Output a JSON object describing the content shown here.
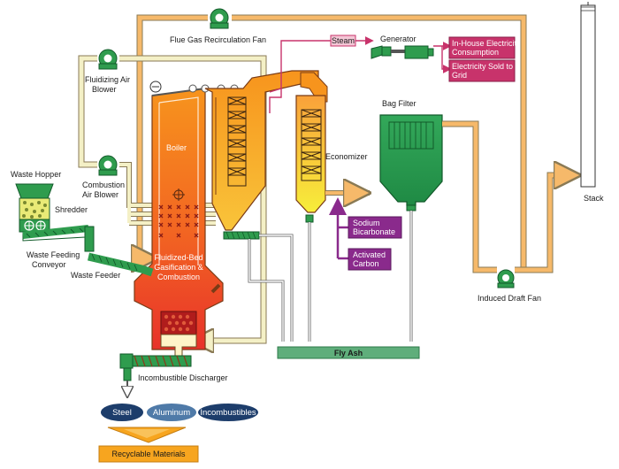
{
  "labels": {
    "flue_gas_fan": "Flue Gas Recirculation Fan",
    "steam": "Steam",
    "generator": "Generator",
    "in_house_1": "In-House Electricity",
    "in_house_2": "Consumption",
    "sold_1": "Electricity Sold to",
    "sold_2": "Grid",
    "fluidizing_1": "Fluidizing Air",
    "fluidizing_2": "Blower",
    "combustion_1": "Combustion",
    "combustion_2": "Air Blower",
    "waste_hopper": "Waste Hopper",
    "shredder": "Shredder",
    "conveyor_1": "Waste Feeding",
    "conveyor_2": "Conveyor",
    "waste_feeder": "Waste Feeder",
    "boiler": "Boiler",
    "gasif_1": "Fluidized-Bed",
    "gasif_2": "Gasification &",
    "gasif_3": "Combustion",
    "economizer": "Economizer",
    "bag_filter": "Bag Filter",
    "sodium_1": "Sodium",
    "sodium_2": "Bicarbonate",
    "activated_1": "Activated",
    "activated_2": "Carbon",
    "stack": "Stack",
    "induced_fan": "Induced Draft Fan",
    "fly_ash": "Fly Ash",
    "incombustible_discharger": "Incombustible Discharger",
    "steel": "Steel",
    "aluminum": "Aluminum",
    "incombustibles": "Incombustibles",
    "recyclable": "Recyclable Materials"
  },
  "colors": {
    "gas_duct": "#f6b96a",
    "air_duct": "#f4f0c6",
    "duct_outline": "#8a7a55",
    "equipment_green": "#2f9c4e",
    "fly_ash_green": "#5fae7b",
    "magenta": "#c8336b",
    "purple": "#8a2a8c",
    "navy": "#1d3d6b",
    "recyclable_orange": "#f7a51f"
  }
}
